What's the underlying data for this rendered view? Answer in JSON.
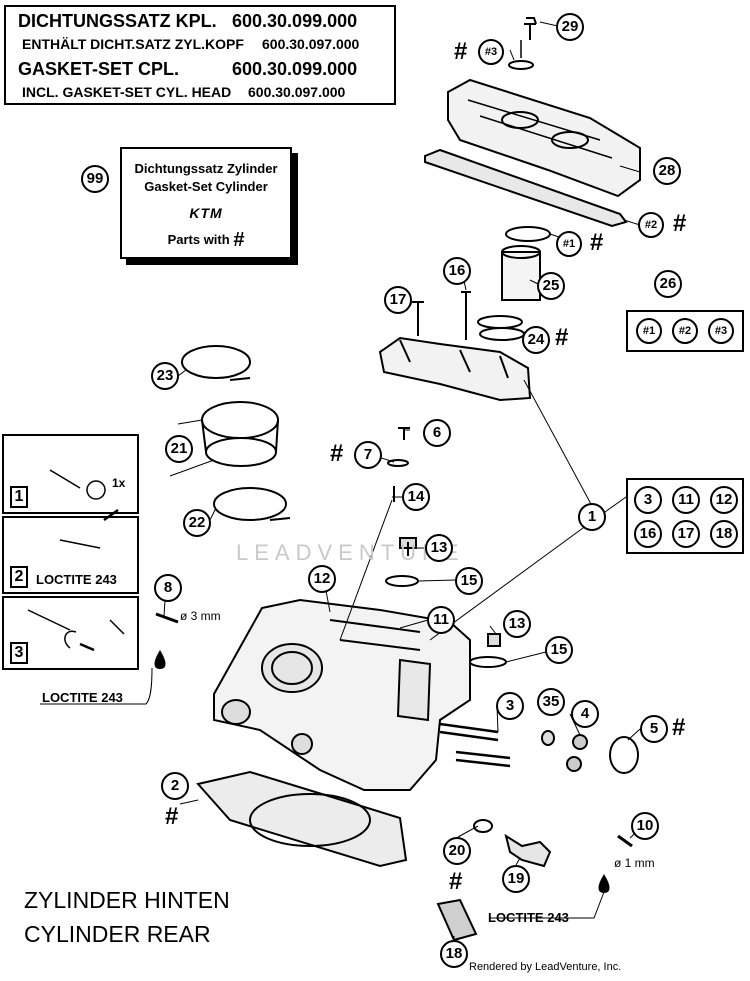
{
  "header": {
    "line1_label": "DICHTUNGSSATZ KPL.",
    "line1_value": "600.30.099.000",
    "line2_label": "ENTHÄLT DICHT.SATZ ZYL.KOPF",
    "line2_value": "600.30.097.000",
    "line3_label": "GASKET-SET CPL.",
    "line3_value": "600.30.099.000",
    "line4_label": "INCL. GASKET-SET CYL. HEAD",
    "line4_value": "600.30.097.000"
  },
  "kit_box": {
    "callout": "99",
    "line1": "Dichtungssatz Zylinder",
    "line2": "Gasket-Set Cylinder",
    "brand": "KTM",
    "parts_with": "Parts with",
    "hash": "#"
  },
  "callouts": {
    "c1": "1",
    "c2": "2",
    "c3": "3",
    "c4": "4",
    "c5": "5",
    "c6": "6",
    "c7": "7",
    "c8": "8",
    "c10": "10",
    "c11": "11",
    "c12": "12",
    "c13a": "13",
    "c13b": "13",
    "c14": "14",
    "c15a": "15",
    "c15b": "15",
    "c16": "16",
    "c17": "17",
    "c18": "18",
    "c19": "19",
    "c20": "20",
    "c21": "21",
    "c22": "22",
    "c23": "23",
    "c24": "24",
    "c25": "25",
    "c26": "26",
    "c28": "28",
    "c29": "29",
    "c35": "35",
    "k1": "#1",
    "k2": "#2",
    "k3": "#3"
  },
  "group_1": [
    "3",
    "11",
    "12",
    "16",
    "17",
    "18"
  ],
  "group_26": [
    "#1",
    "#2",
    "#3"
  ],
  "hash_symbol": "#",
  "instructions": {
    "step1": "1",
    "step1_text": "1x",
    "step2": "2",
    "step2_text": "LOCTITE 243",
    "step3": "3"
  },
  "notes": {
    "diam3": "ø 3 mm",
    "diam1": "ø 1 mm",
    "loctite_left": "LOCTITE 243",
    "loctite_right": "LOCTITE 243"
  },
  "title": {
    "line1": "ZYLINDER HINTEN",
    "line2": "CYLINDER REAR"
  },
  "watermark": "LEADVENTURE",
  "credit": "Rendered by LeadVenture, Inc."
}
